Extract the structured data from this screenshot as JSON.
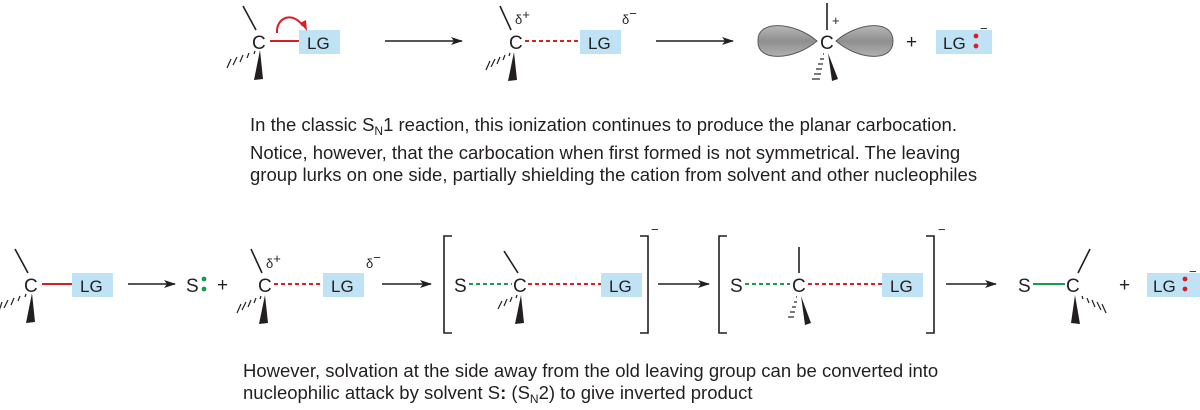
{
  "atoms": {
    "carbon": "C",
    "leaving_group": "LG",
    "solvent": "S",
    "solvent_lone_pair": ":",
    "lone_pair": ":",
    "plus_sign": "+",
    "delta_plus": "δ",
    "delta_minus": "δ",
    "charge_plus": "+",
    "charge_minus": "−"
  },
  "caption1": {
    "pre": "In the classic S",
    "sub": "N",
    "post": "1 reaction, this ionization continues to produce the planar carbocation. Notice, however, that the carbocation when first formed is not symmetrical. The leaving group lurks on one side, partially shielding the cation from solvent and other nucleophiles"
  },
  "caption2": {
    "pre": "However, solvation at the side away from the old leaving group can be converted into nucleophilic attack by solvent S",
    "dots": ":",
    "mid": " (S",
    "sub": "N",
    "post": "2) to give inverted product"
  },
  "colors": {
    "ink": "#231f20",
    "bond_red": "#d71f26",
    "bond_green": "#1a9b4b",
    "lg_box": "#bfe3f5",
    "orbital": "#9c9c9c"
  }
}
